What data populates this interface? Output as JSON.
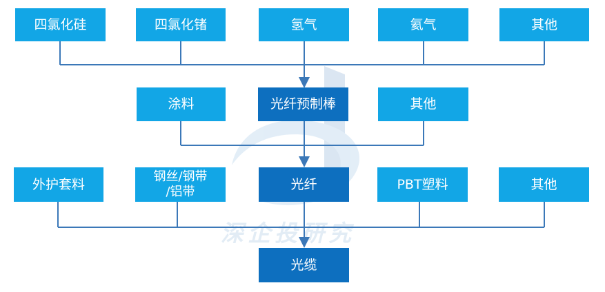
{
  "row1": [
    "四氯化硅",
    "四氯化锗",
    "氢气",
    "氦气",
    "其他"
  ],
  "row2": [
    "涂料",
    "光纤预制棒",
    "其他"
  ],
  "row3": [
    "外护套料",
    "钢丝/钢带\n/铝带",
    "光纤",
    "PBT塑料",
    "其他"
  ],
  "row4": [
    "光缆"
  ],
  "watermark": "深企投研究",
  "colors": {
    "light_box": "#12a6e6",
    "dark_box": "#0d6fbf",
    "line": "#3b78b8"
  }
}
